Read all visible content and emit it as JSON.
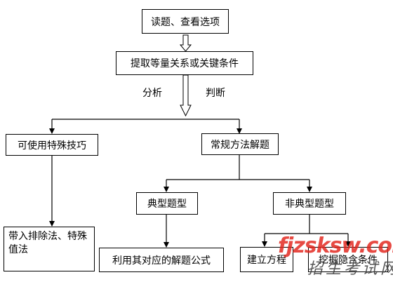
{
  "nodes": {
    "read": "读题、查看选项",
    "extract": "提取等量关系或关键条件",
    "special": "可使用特殊技巧",
    "normal": "常规方法解题",
    "substitute": "带入排除法、特殊值法",
    "typical": "典型题型",
    "atypical": "非典型题型",
    "formula": "利用其对应的解题公式",
    "equation": "建立方程",
    "hidden": "挖掘隐含条件"
  },
  "labels": {
    "analyze": "分析",
    "judge": "判断"
  },
  "watermark": {
    "main": "fjzsksw.com",
    "sub": "招生考试网"
  }
}
